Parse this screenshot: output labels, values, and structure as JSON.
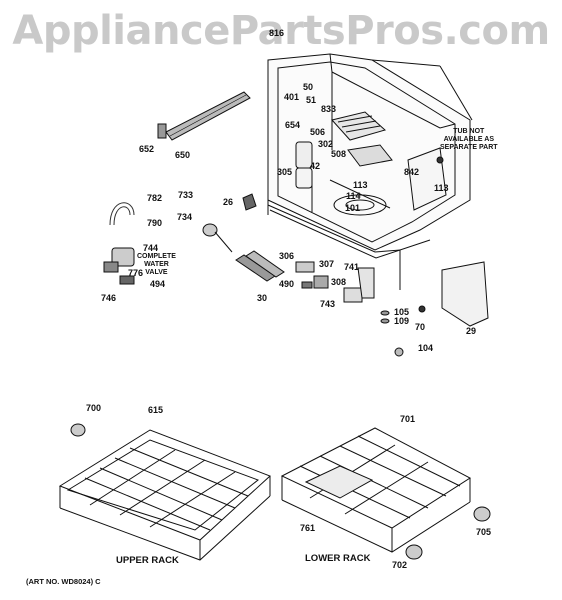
{
  "watermark": "AppliancePartsPros.com",
  "parts": {
    "p650": "650",
    "p652": "652",
    "p782": "782",
    "p790": "790",
    "p733": "733",
    "p734": "734",
    "p26": "26",
    "p744": "744",
    "p776": "776",
    "p746": "746",
    "p494": "494",
    "p30": "30",
    "p306": "306",
    "p307": "307",
    "p490": "490",
    "p308": "308",
    "p743": "743",
    "p741": "741",
    "p105": "105",
    "p109": "109",
    "p70": "70",
    "p104": "104",
    "p29": "29",
    "p42a": "42",
    "p113a": "113",
    "p842": "842",
    "p1133": "113",
    "p114": "114",
    "p101": "101",
    "p305": "305",
    "p302": "302",
    "p508": "508",
    "p506": "506",
    "p654": "654",
    "p401": "401",
    "p50": "50",
    "p51": "51",
    "p833": "833",
    "p816": "816",
    "p700": "700",
    "p615": "615",
    "p701": "701",
    "p761": "761",
    "p705": "705",
    "p702": "702"
  },
  "notes": {
    "water_valve": "COMPLETE\nWATER\nVALVE",
    "tub_note": "TUB NOT\nAVAILABLE AS\nSEPARATE PART"
  },
  "captions": {
    "upper_rack": "UPPER RACK",
    "lower_rack": "LOWER RACK"
  },
  "art_number": "(ART NO. WD8024) C"
}
